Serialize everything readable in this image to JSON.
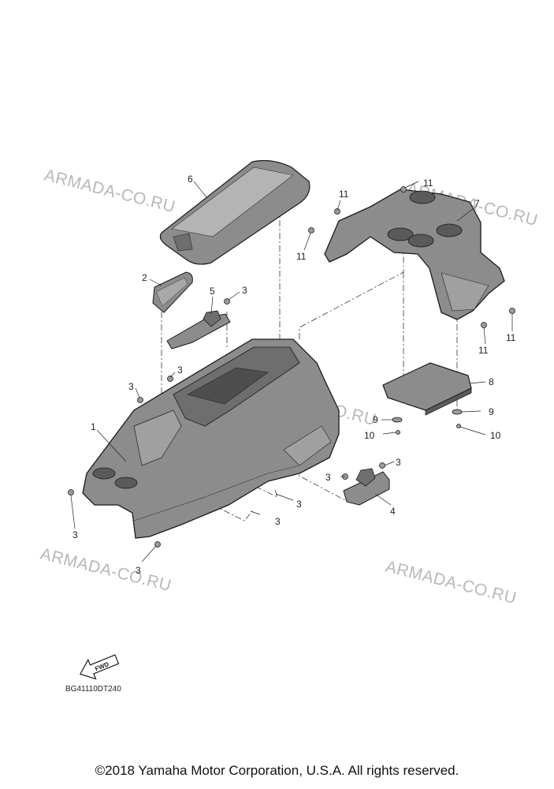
{
  "watermark_text": "ARMADA-CO.RU",
  "callouts": {
    "c1": "1",
    "c2": "2",
    "c3a": "3",
    "c3b": "3",
    "c3c": "3",
    "c3d": "3",
    "c3e": "3",
    "c3f": "3",
    "c3g": "3",
    "c3h": "3",
    "c3i": "3",
    "c4": "4",
    "c5": "5",
    "c6": "6",
    "c7": "7",
    "c8": "8",
    "c9a": "9",
    "c9b": "9",
    "c10a": "10",
    "c10b": "10",
    "c11a": "11",
    "c11b": "11",
    "c11c": "11",
    "c11d": "11",
    "c11e": "11"
  },
  "fwd_label": "FWD",
  "diagram_code": "BG41110DT240",
  "copyright": "©2018 Yamaha Motor Corporation, U.S.A. All rights reserved.",
  "colors": {
    "part_fill": "#8c8c8c",
    "part_dark": "#6e6e6e",
    "part_light": "#b4b4b4",
    "outline": "#1a1a1a",
    "watermark": "#b8b8b8"
  }
}
